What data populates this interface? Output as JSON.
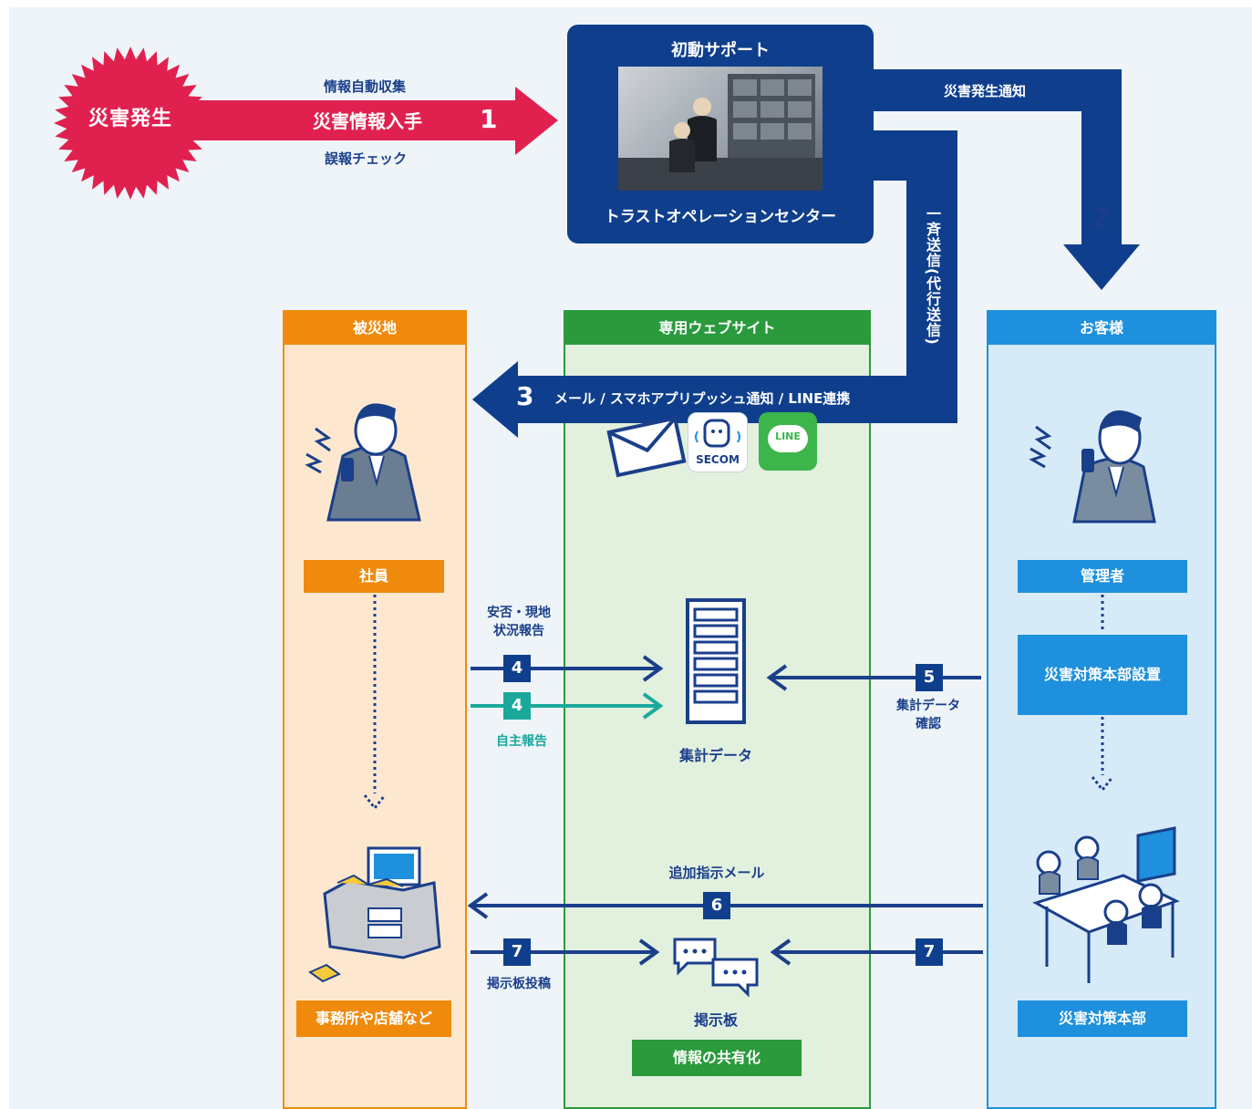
{
  "disaster": {
    "label": "災害発生"
  },
  "step1": {
    "number": "1",
    "top_text": "情報自動収集",
    "main_text": "災害情報入手",
    "bottom_text": "誤報チェック"
  },
  "operation_center": {
    "title": "初動サポート",
    "name": "トラストオペレーションセンター"
  },
  "step2": {
    "number": "2",
    "label": "災害発生通知"
  },
  "broadcast": {
    "label": "一斉送信(代行送信)"
  },
  "step3": {
    "number": "3",
    "label": "メール / スマホアプリプッシュ通知 / LINE連携"
  },
  "channel_icons": {
    "mail": "mail-icon",
    "secom_app": {
      "icon": "secom-app-icon",
      "label": "SECOM"
    },
    "line": {
      "icon": "line-app-icon",
      "label": "LINE"
    }
  },
  "columns": {
    "left": {
      "header": "被災地",
      "person_tag": "社員",
      "place_tag": "事務所や店舗など"
    },
    "middle": {
      "header": "専用ウェブサイト",
      "server_label": "集計データ",
      "board_label": "掲示板",
      "share_tag": "情報の共有化"
    },
    "right": {
      "header": "お客様",
      "manager_tag": "管理者",
      "setup_tag": "災害対策本部設置",
      "hq_tag": "災害対策本部"
    }
  },
  "step4": {
    "number": "4",
    "safety_report": "安否・現地\n状況報告",
    "self_report": "自主報告"
  },
  "step5": {
    "number": "5",
    "label": "集計データ\n確認"
  },
  "step6": {
    "number": "6",
    "label": "追加指示メール"
  },
  "step7": {
    "number": "7",
    "label": "掲示板投稿"
  },
  "colors": {
    "navy": "#0f3f8c",
    "red": "#e0214f",
    "orange": "#f08a0c",
    "green": "#2a9a3c",
    "blue": "#1e90dd",
    "teal": "#1aa89b",
    "line_green": "#3cb64a"
  }
}
